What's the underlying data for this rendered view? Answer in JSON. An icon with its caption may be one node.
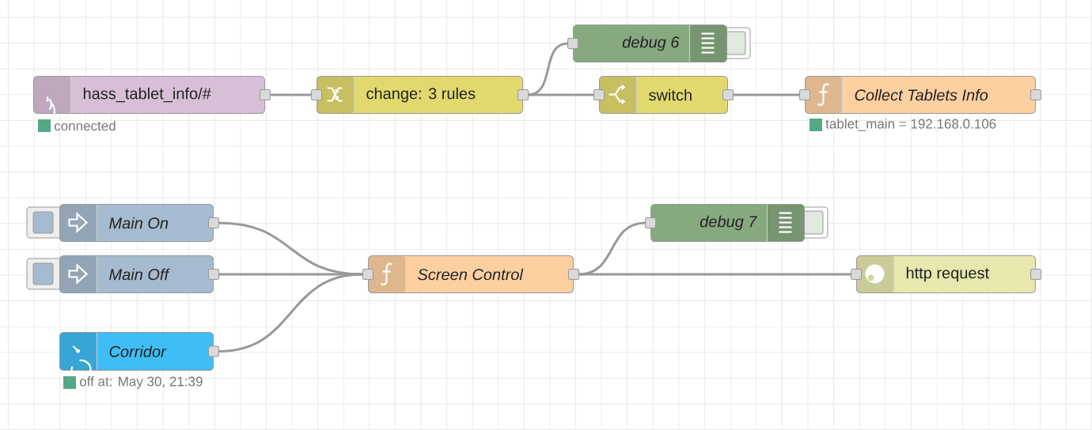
{
  "diagram": {
    "nodes": [
      {
        "text": [
          "hass_tablet_info/#"
        ],
        "beside": [
          "connected"
        ]
      },
      {
        "text": [
          "change: 3 rules"
        ]
      },
      {
        "text": [
          "debug 6"
        ]
      },
      {
        "text": [
          "switch"
        ]
      },
      {
        "text": [
          "Collect Tablets Info"
        ],
        "beside": [
          "tablet_main = 192.168.0.106"
        ]
      },
      {
        "text": [
          "Main On"
        ]
      },
      {
        "text": [
          "Main Off"
        ]
      },
      {
        "text": [
          "Corridor"
        ],
        "beside": [
          "off at: May 30, 21:39"
        ]
      },
      {
        "text": [
          "Screen Control"
        ]
      },
      {
        "text": [
          "debug 7"
        ]
      },
      {
        "text": [
          "http request"
        ]
      }
    ],
    "edges": [
      {
        "from": 0,
        "to": 1,
        "arrow": "none"
      },
      {
        "from": 1,
        "to": 2,
        "arrow": "none"
      },
      {
        "from": 1,
        "to": 3,
        "arrow": "none"
      },
      {
        "from": 3,
        "to": 4,
        "arrow": "none"
      },
      {
        "from": 5,
        "to": 8,
        "arrow": "none"
      },
      {
        "from": 6,
        "to": 8,
        "arrow": "none"
      },
      {
        "from": 7,
        "to": 8,
        "arrow": "none"
      },
      {
        "from": 8,
        "to": 9,
        "arrow": "none"
      },
      {
        "from": 8,
        "to": 10,
        "arrow": "none"
      }
    ]
  }
}
